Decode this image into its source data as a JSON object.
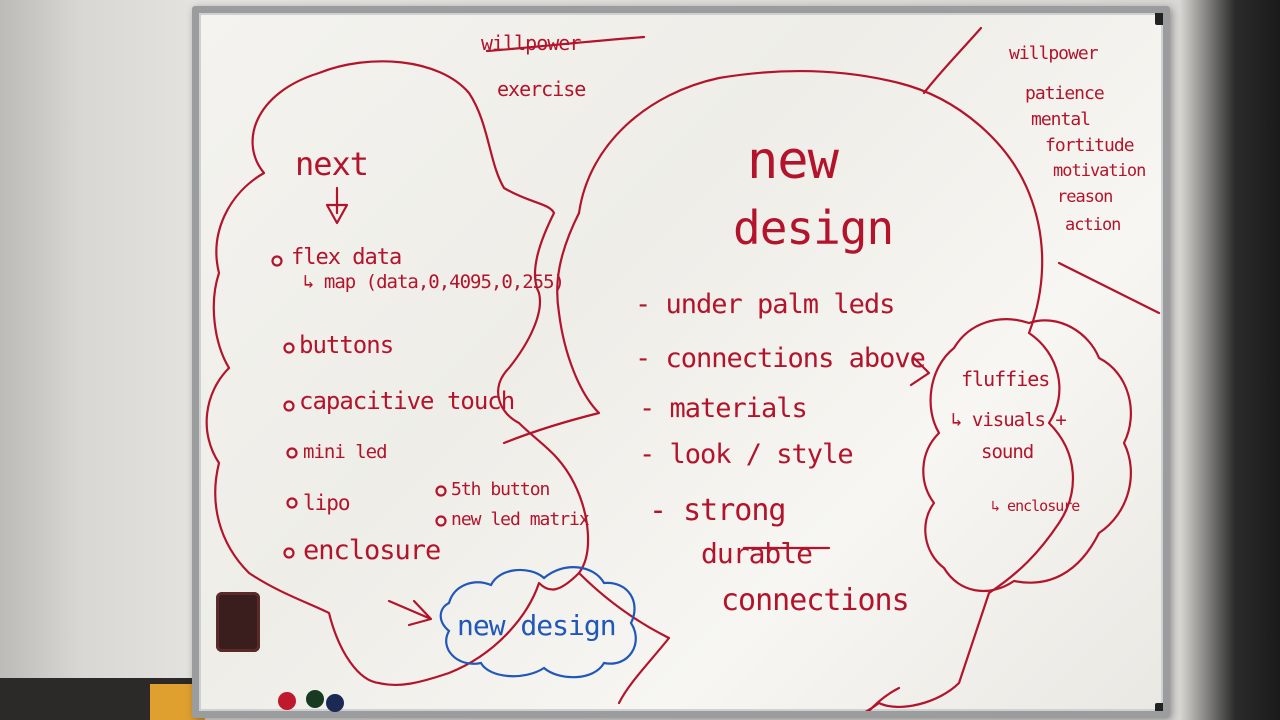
{
  "whiteboard": {
    "top_note": {
      "lines": [
        "willpower",
        "exercise"
      ]
    },
    "left_cloud": {
      "heading": "next",
      "arrow": "⇩",
      "items": [
        "flex data",
        "↳ map (data,0,4095,0,255)",
        "buttons",
        "capacitive touch",
        "mini led",
        "lipo",
        "enclosure"
      ],
      "sub_items": [
        "5th button",
        "new led matrix"
      ]
    },
    "blue_cloud": {
      "label": "new design"
    },
    "center_cloud": {
      "title_line1": "new",
      "title_line2": "design",
      "items": [
        "- under palm leds",
        "- connections above",
        "- materials",
        "- look / style",
        "- strong",
        "durable",
        "connections"
      ]
    },
    "right_list": {
      "items": [
        "willpower",
        "patience",
        "mental",
        "fortitude",
        "motivation",
        "reason",
        "action"
      ]
    },
    "right_cloud": {
      "line1": "fluffies",
      "line2": "↳ visuals +",
      "line3": "sound",
      "line4": "↳ enclosure"
    }
  },
  "colors": {
    "red_marker": "#b3142b",
    "blue_marker": "#2157b8",
    "board": "#f4f3ef",
    "frame": "#9a9c9e"
  }
}
